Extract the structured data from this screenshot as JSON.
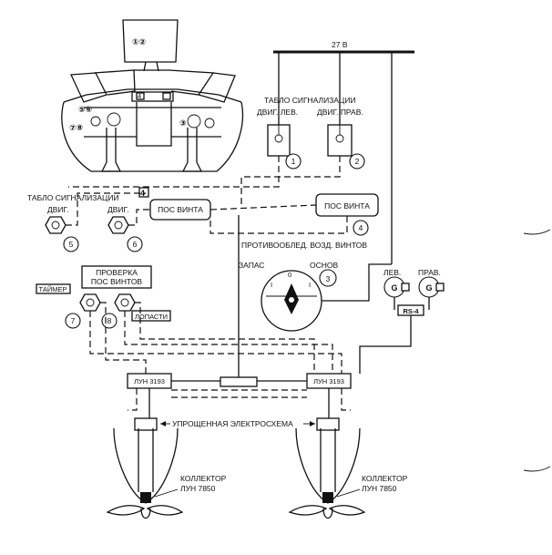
{
  "bus_label": "27 В",
  "panel": {
    "overhead_numbers": "①②",
    "console_4": "4",
    "left_numbers_top": "⑤⑥",
    "left_numbers_bottom": "⑦⑧",
    "right_number": "③"
  },
  "annunciators_top": {
    "title": "ТАБЛО СИГНАЛИЗАЦИИ",
    "left_label": "ДВИГ. ЛЕВ.",
    "right_label": "ДВИГ. ПРАВ.",
    "left_number": "1",
    "right_number": "2"
  },
  "annunciators_mid": {
    "title": "ТАБЛО СИГНАЛИЗАЦИИ",
    "left_label": "ДВИГ.",
    "right_label": "ДВИГ.",
    "left_number": "5",
    "right_number": "6",
    "box4_number": "4"
  },
  "pos_vinta_left": "ПОС ВИНТА",
  "pos_vinta_right": "ПОС ВИНТА",
  "pos_vinta_number": "4",
  "anti_ice_label": "ПРОТИВООБЛЕД. ВОЗД. ВИНТОВ",
  "selector": {
    "left_label": "ЗАПАС",
    "right_label": "ОСНОВ",
    "number": "3",
    "mark_off": "0",
    "mark_left": "I",
    "mark_right": "I"
  },
  "test_box": {
    "line1": "ПРОВЕРКА",
    "line2": "ПОС ВИНТОВ"
  },
  "timer_label": "ТАЙМЕР",
  "blades_label": "ЛОПАСТИ",
  "test_numbers": {
    "left": "7",
    "right": "8"
  },
  "generators": {
    "left_label": "ЛЕВ.",
    "right_label": "ПРАВ.",
    "symbol": "G",
    "regulator": "RS-4"
  },
  "controller_left": "ЛУН 3193",
  "controller_right": "ЛУН 3193",
  "simplified_label": "УПРОЩЕННАЯ ЭЛЕКТРОСХЕМА",
  "collector_left": {
    "line1": "КОЛЛЕКТОР",
    "line2": "ЛУН 7850"
  },
  "collector_right": {
    "line1": "КОЛЛЕКТОР",
    "line2": "ЛУН 7850"
  }
}
